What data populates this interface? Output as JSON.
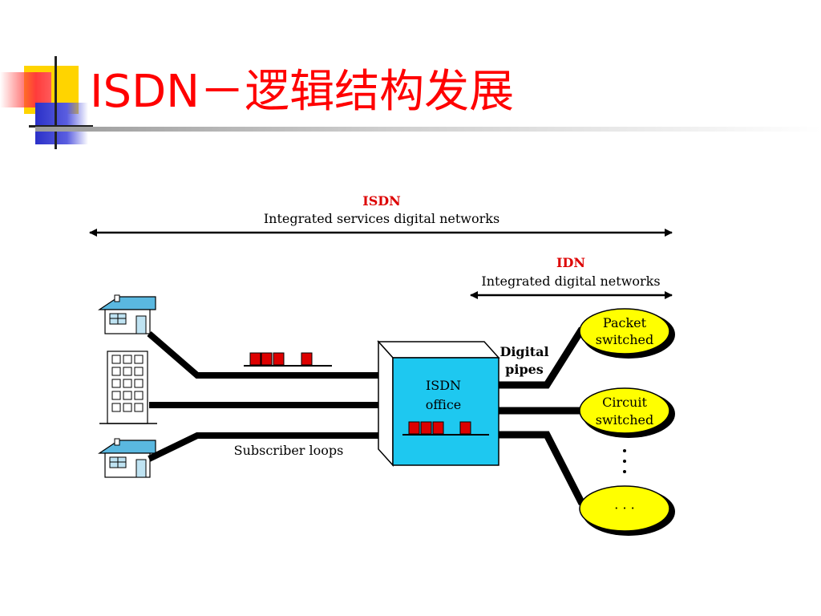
{
  "slide": {
    "title": "ISDN－逻辑结构发展"
  },
  "diagram": {
    "isdn_label": "ISDN",
    "isdn_desc": "Integrated services digital networks",
    "idn_label": "IDN",
    "idn_desc": "Integrated digital networks",
    "office_line1": "ISDN",
    "office_line2": "office",
    "digital_pipes_line1": "Digital",
    "digital_pipes_line2": "pipes",
    "subscriber_loops": "Subscriber loops",
    "packet_line1": "Packet",
    "packet_line2": "switched",
    "circuit_line1": "Circuit",
    "circuit_line2": "switched",
    "other_network": "· · ·",
    "colors": {
      "title": "#ff0000",
      "label_red": "#dd0000",
      "office": "#1ec8f0",
      "network": "#ffff00",
      "packet": "#dd0000"
    }
  }
}
